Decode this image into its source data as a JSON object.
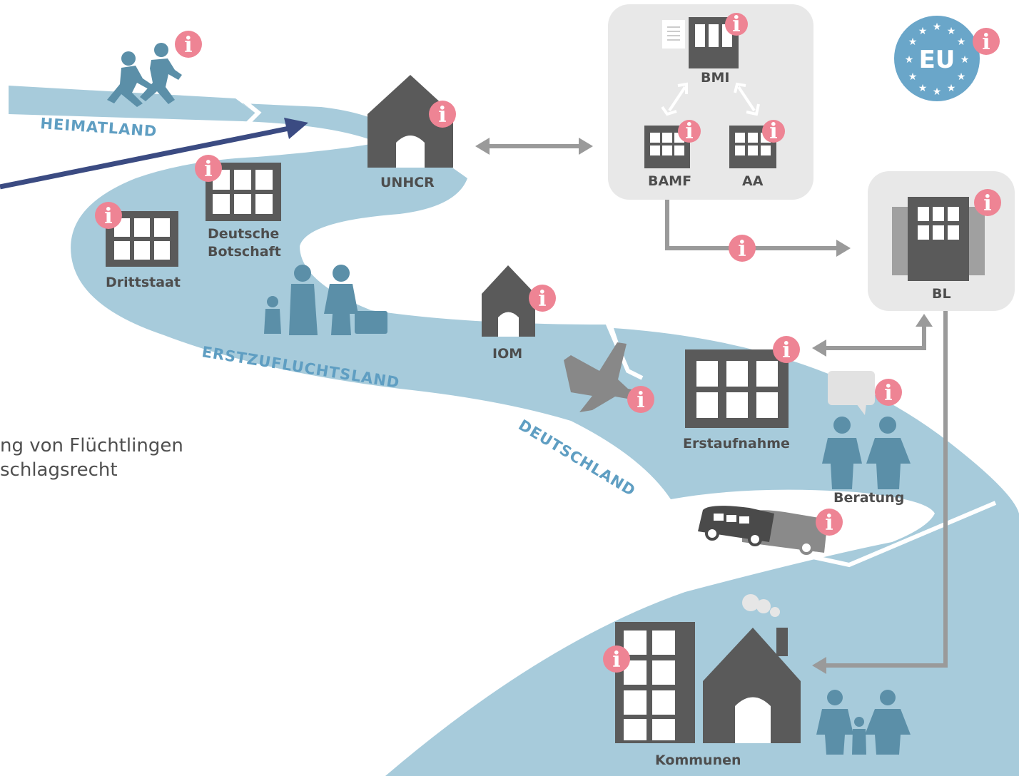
{
  "regions": {
    "heimatland": "HEIMATLAND",
    "erstzufluchtsland": "ERSTZUFLUCHTSLAND",
    "deutschland": "DEUTSCHLAND"
  },
  "labels": {
    "unhcr": "UNHCR",
    "deutsche_botschaft_line1": "Deutsche",
    "deutsche_botschaft_line2": "Botschaft",
    "drittstaat": "Drittstaat",
    "iom": "IOM",
    "bmi": "BMI",
    "bamf": "BAMF",
    "aa": "AA",
    "bl": "BL",
    "eu": "EU",
    "erstaufnahme": "Erstaufnahme",
    "beratung": "Beratung",
    "kommunen": "Kommunen"
  },
  "caption": {
    "line1": "ng von Flüchtlingen",
    "line2": "schlagsrecht"
  },
  "info_glyph": "i",
  "colors": {
    "river": "#a7cbdb",
    "building": "#5a5a5a",
    "people": "#5b8fa8",
    "info": "#ee8494",
    "panel": "#e8e8e8",
    "arrow": "#9a9a9a",
    "eu": "#6aa6c9",
    "pointer": "#3b4b82"
  }
}
